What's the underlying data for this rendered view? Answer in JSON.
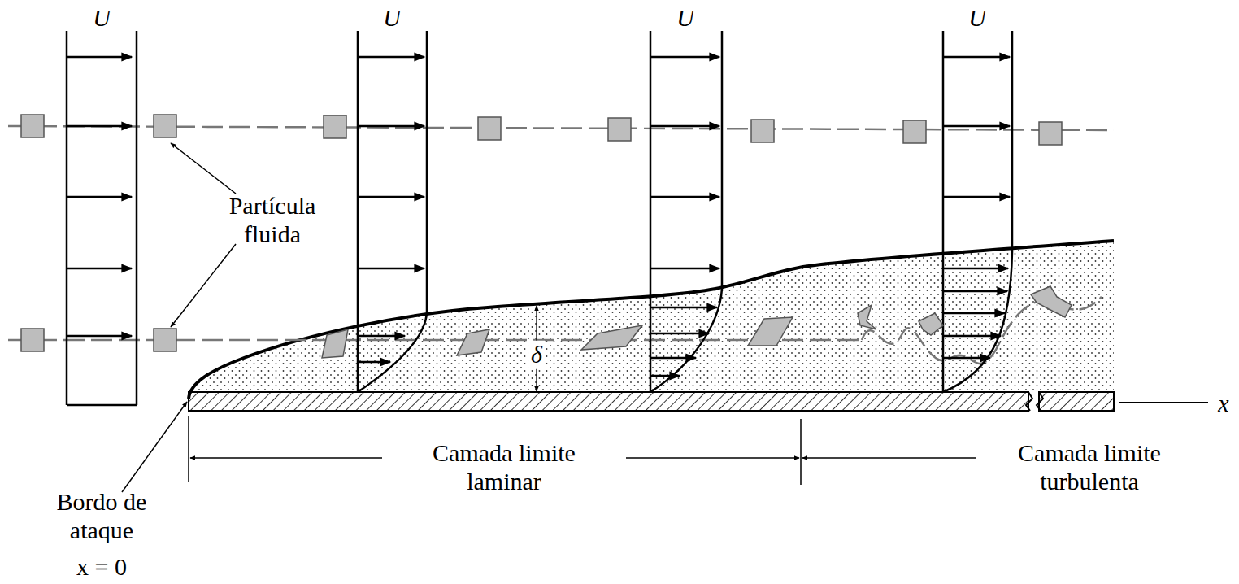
{
  "diagram": {
    "labels": [
      "U",
      "U",
      "U",
      "U",
      "Partícula fluida",
      "δ",
      "Camada limite laminar",
      "Camada limite turbulenta",
      "Bordo de ataque",
      "x = 0",
      "x"
    ]
  }
}
